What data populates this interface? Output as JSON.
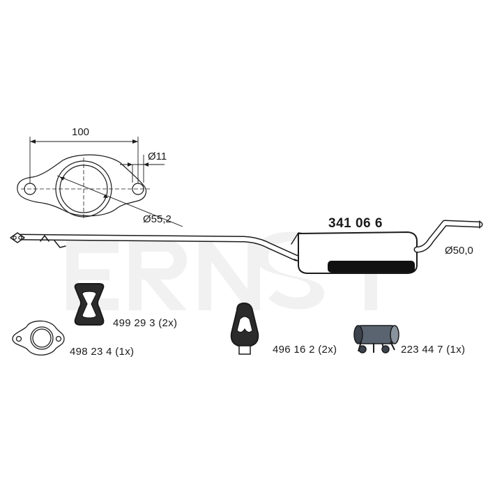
{
  "watermark": "ERNST",
  "flange_drawing": {
    "width_dimension": "100",
    "hole_diameter": "Ø11",
    "bore_diameter": "Ø55,2"
  },
  "main_part": {
    "number": "341 06 6",
    "outlet_diameter": "Ø50,0"
  },
  "accessories": [
    {
      "number": "499 29 3 (2x)",
      "type": "rubber-hanger"
    },
    {
      "number": "498 23 4 (1x)",
      "type": "gasket"
    },
    {
      "number": "496 16 2 (2x)",
      "type": "rubber-hanger"
    },
    {
      "number": "223 44 7 (1x)",
      "type": "pipe-clamp"
    }
  ],
  "colors": {
    "line": "#1a1a1a",
    "muffler": "#111111",
    "watermark": "#f1f1f1",
    "clamp": "#5a6470"
  }
}
